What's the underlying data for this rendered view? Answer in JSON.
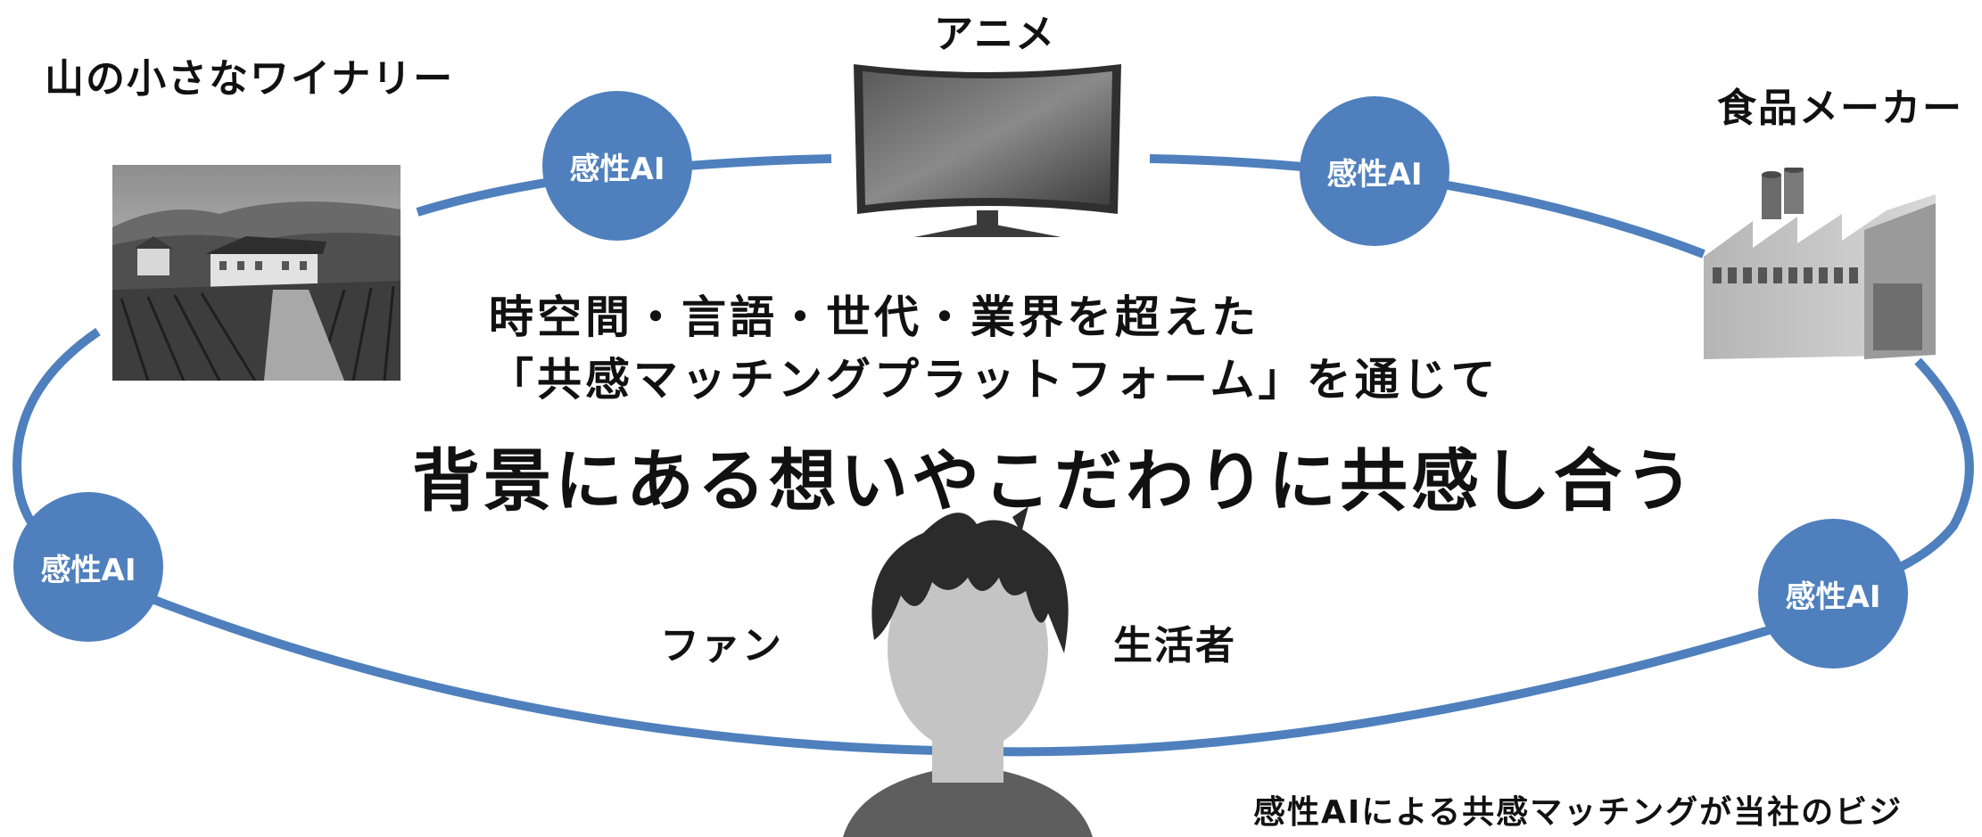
{
  "nodes": {
    "winery": "山の小さなワイナリー",
    "anime": "アニメ",
    "food_maker": "食品メーカー",
    "fan": "ファン",
    "consumer": "生活者"
  },
  "ai_badge": "感性AI",
  "center": {
    "line1": "時空間・言語・世代・業界を超えた",
    "line2": "「共感マッチングプラットフォーム」を通じて",
    "headline": "背景にある想いやこだわりに共感し合う"
  },
  "footer_text": "感性AIによる共感マッチングが当社のビジ",
  "colors": {
    "ring": "#4f80bd",
    "badge": "#4f80bd"
  },
  "icons": {
    "winery": "vineyard-photo",
    "anime": "tv-monitor-icon",
    "food_maker": "factory-icon",
    "person": "person-silhouette-icon"
  }
}
